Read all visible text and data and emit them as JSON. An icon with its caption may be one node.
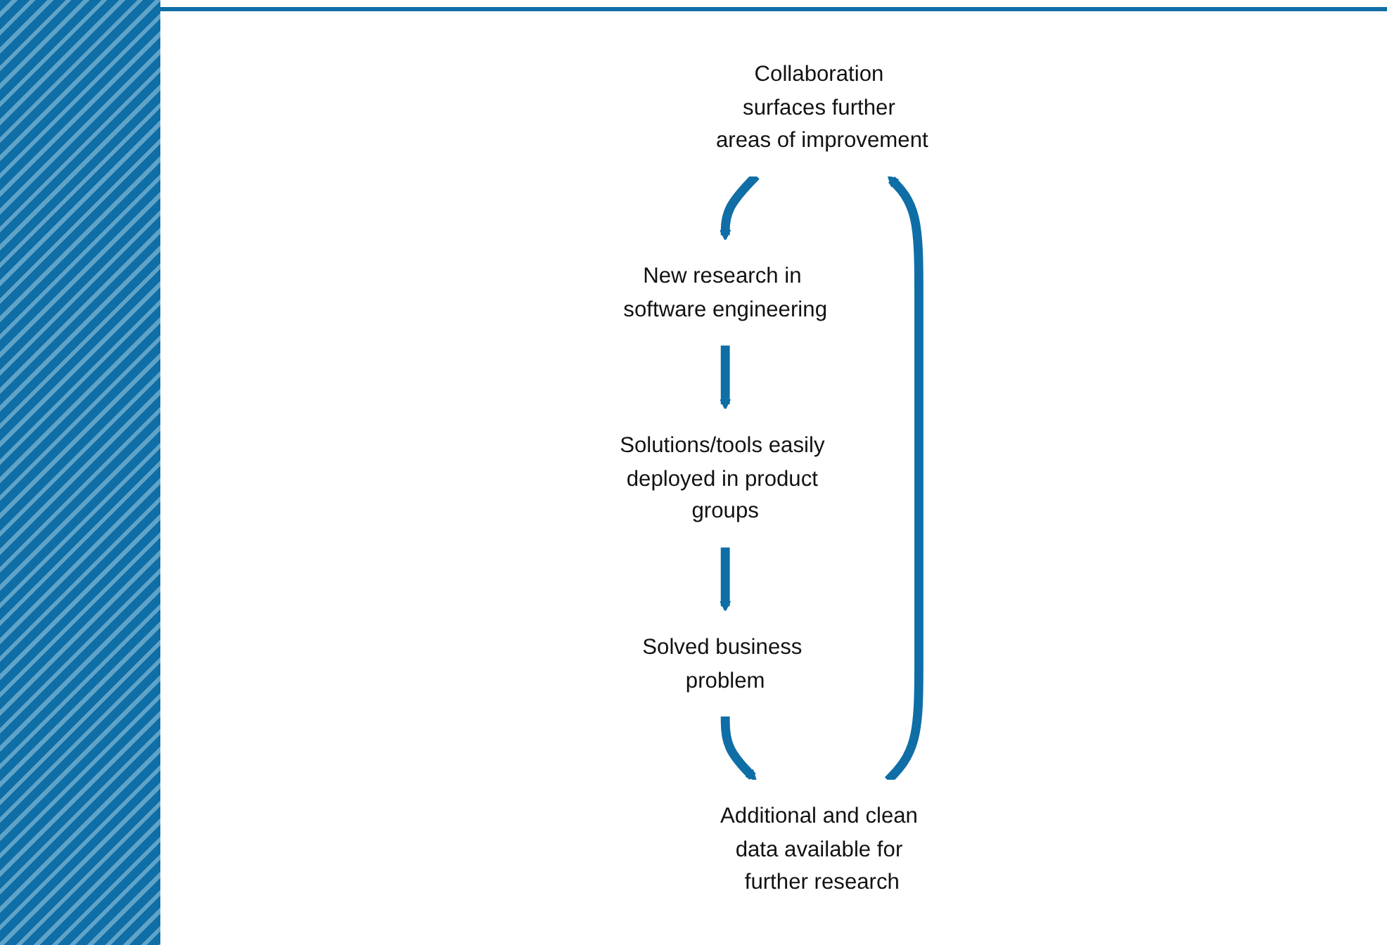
{
  "diagram": {
    "nodes": [
      {
        "text": [
          "Collaboration surfaces further areas of improvement"
        ]
      },
      {
        "text": [
          "New research in software engineering"
        ]
      },
      {
        "text": [
          "Additional and clean data available for further research"
        ]
      },
      {
        "text": [
          "Solutions/tools easily deployed in product groups"
        ]
      },
      {
        "text": [
          "Solved business problem"
        ]
      }
    ],
    "edges": [
      {
        "from": 0,
        "to": 1,
        "arrow": "to"
      },
      {
        "from": 1,
        "to": 3,
        "arrow": "to"
      },
      {
        "from": 3,
        "to": 4,
        "arrow": "to"
      },
      {
        "from": 4,
        "to": 2,
        "arrow": "to"
      },
      {
        "from": 2,
        "to": 0,
        "arrow": "to"
      }
    ]
  }
}
